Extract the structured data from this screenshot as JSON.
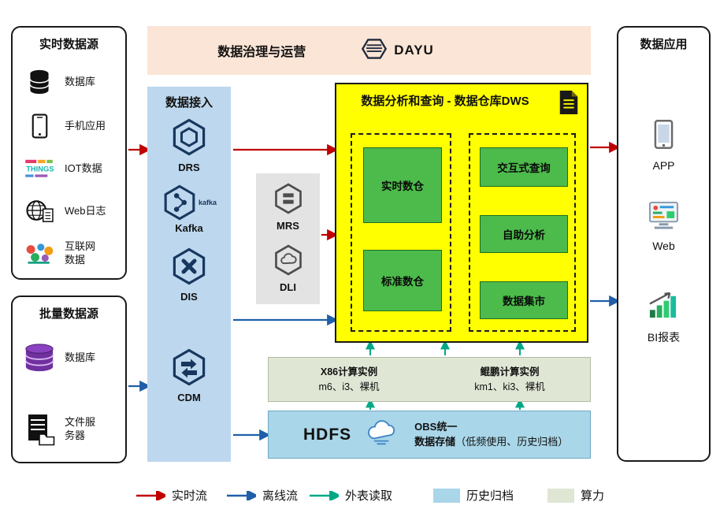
{
  "realtime_sources": {
    "title": "实时数据源",
    "items": [
      {
        "label": "数据库",
        "icon": "database-icon"
      },
      {
        "label": "手机应用",
        "icon": "phone-icon"
      },
      {
        "label": "IOT数据",
        "icon": "iot-icon"
      },
      {
        "label": "Web日志",
        "icon": "web-log-icon"
      },
      {
        "label": "互联网数据",
        "icon": "internet-data-icon"
      }
    ]
  },
  "batch_sources": {
    "title": "批量数据源",
    "items": [
      {
        "label": "数据库",
        "icon": "database-purple-icon"
      },
      {
        "label": "文件服务器",
        "icon": "file-server-icon"
      }
    ]
  },
  "governance": {
    "title": "数据治理与运营",
    "logo": "DAYU"
  },
  "ingestion": {
    "title": "数据接入",
    "items": [
      {
        "label": "DRS"
      },
      {
        "label": "Kafka",
        "wordmark": "kafka"
      },
      {
        "label": "DIS"
      },
      {
        "label": "CDM"
      }
    ]
  },
  "processing": {
    "items": [
      {
        "label": "MRS"
      },
      {
        "label": "DLI"
      }
    ]
  },
  "dws": {
    "title": "数据分析和查询 - 数据仓库DWS",
    "warehouses": [
      {
        "label": "实时数仓"
      },
      {
        "label": "标准数仓"
      }
    ],
    "services": [
      {
        "label": "交互式查询"
      },
      {
        "label": "自助分析"
      },
      {
        "label": "数据集市"
      }
    ]
  },
  "compute": {
    "x86": {
      "title": "X86计算实例",
      "spec": "m6、i3、裸机"
    },
    "kunpeng": {
      "title": "鲲鹏计算实例",
      "spec": "km1、ki3、裸机"
    }
  },
  "storage": {
    "hdfs": "HDFS",
    "obs_line1": "OBS统一",
    "obs_line2": "数据存储",
    "obs_note": "（低频使用、历史归档）"
  },
  "applications": {
    "title": "数据应用",
    "items": [
      {
        "label": "APP",
        "icon": "app-icon"
      },
      {
        "label": "Web",
        "icon": "web-icon"
      },
      {
        "label": "BI报表",
        "icon": "bi-report-icon"
      }
    ]
  },
  "legend": {
    "items": [
      {
        "label": "实时流",
        "kind": "arrow",
        "color": "#C00000"
      },
      {
        "label": "离线流",
        "kind": "arrow",
        "color": "#1F5FA9"
      },
      {
        "label": "外表读取",
        "kind": "arrow",
        "color": "#00A886"
      },
      {
        "label": "历史归档",
        "kind": "swatch",
        "color": "#A9D6E8"
      },
      {
        "label": "算力",
        "kind": "swatch",
        "color": "#DFE6D4"
      }
    ]
  },
  "icons": {
    "iot_text": "THINGS"
  },
  "colors": {
    "governance_bg": "#FBE5D6",
    "ingestion_bg": "#BDD7EE",
    "dws_bg": "#FFFF00",
    "warehouse_green": "#4CBB4B",
    "compute_bg": "#DFE6D4",
    "storage_bg": "#A9D6E8",
    "realtime_flow": "#C00000",
    "offline_flow": "#1F5FA9",
    "external_read": "#00A886"
  }
}
